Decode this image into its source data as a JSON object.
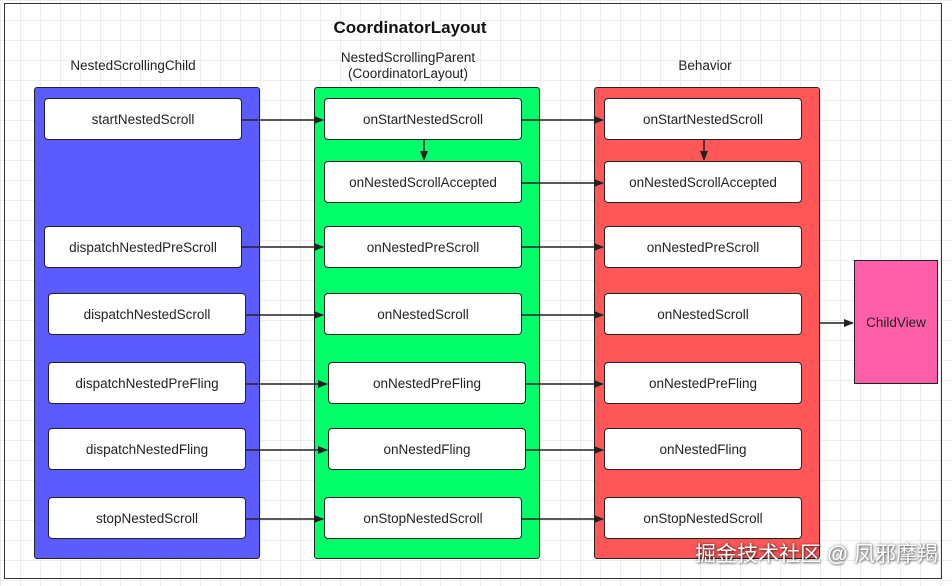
{
  "title": "CoordinatorLayout",
  "colors": {
    "child_panel": "#5b5bff",
    "parent_panel": "#00ff6a",
    "behavior_panel": "#ff5757",
    "childview": "#ff5fa8"
  },
  "columns": {
    "child": {
      "title": "NestedScrollingChild",
      "nodes": [
        "startNestedScroll",
        "dispatchNestedPreScroll",
        "dispatchNestedScroll",
        "dispatchNestedPreFling",
        "dispatchNestedFling",
        "stopNestedScroll"
      ]
    },
    "parent": {
      "title_line1": "NestedScrollingParent",
      "title_line2": "(CoordinatorLayout)",
      "nodes": [
        "onStartNestedScroll",
        "onNestedScrollAccepted",
        "onNestedPreScroll",
        "onNestedScroll",
        "onNestedPreFling",
        "onNestedFling",
        "onStopNestedScroll"
      ]
    },
    "behavior": {
      "title": "Behavior",
      "nodes": [
        "onStartNestedScroll",
        "onNestedScrollAccepted",
        "onNestedPreScroll",
        "onNestedScroll",
        "onNestedPreFling",
        "onNestedFling",
        "onStopNestedScroll"
      ]
    }
  },
  "childview": "ChildView",
  "watermark": "掘金技术社区 @ 凤邪摩羯"
}
